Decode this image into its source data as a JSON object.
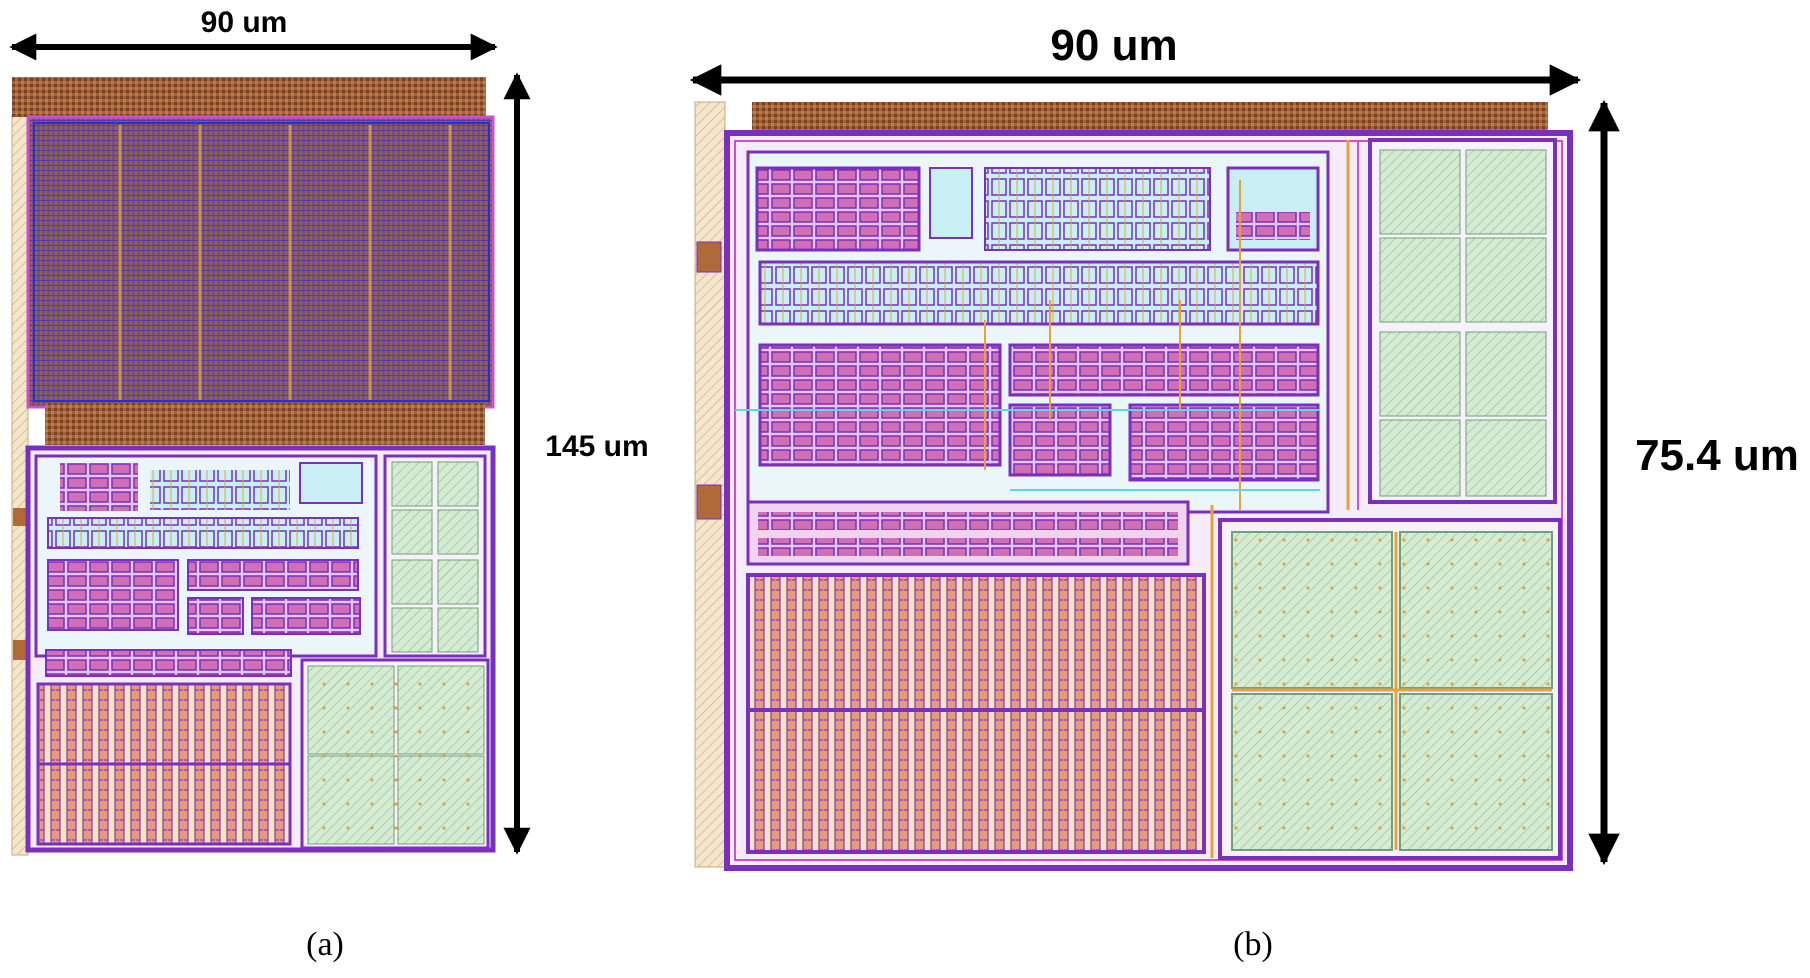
{
  "figure": {
    "panel_a": {
      "caption": "(a)",
      "width_label": "90 um",
      "height_label": "145 um"
    },
    "panel_b": {
      "caption": "(b)",
      "width_label": "90 um",
      "height_label": "75.4 um"
    }
  },
  "colors": {
    "metal_purple": "#7b2fbe",
    "magenta": "#d04fd0",
    "orange": "#e8a23c",
    "cyan": "#5fd7e8",
    "mesh_brown": "#9a5a34",
    "pad_green": "#cfe8cc",
    "pad_line": "#6fa07a",
    "salmon": "#f2b8a0",
    "tan": "#e8d2a8"
  },
  "icons": [
    "double-arrow-horizontal",
    "double-arrow-vertical"
  ]
}
